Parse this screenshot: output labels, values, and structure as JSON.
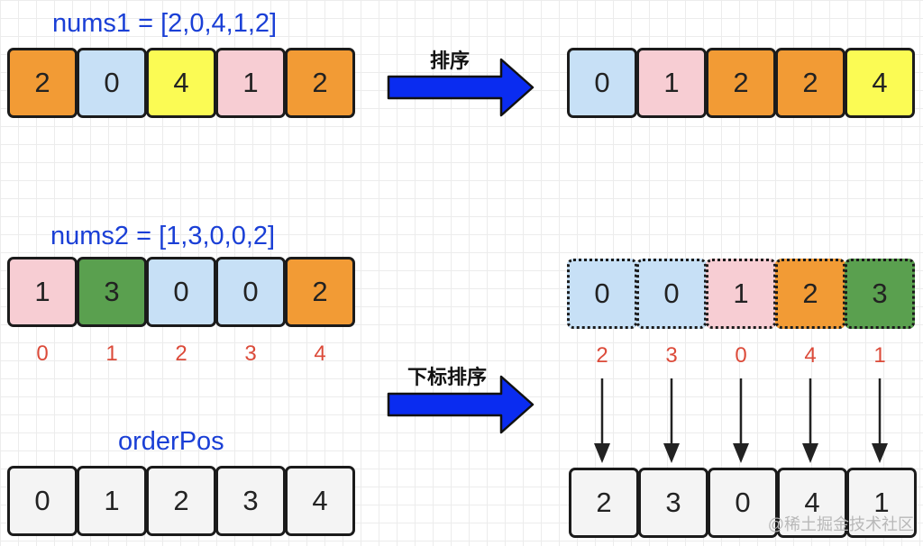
{
  "colors": {
    "value_0": "#c7e0f6",
    "value_1": "#f7cdd3",
    "value_2": "#f29b35",
    "value_3": "#5aa04f",
    "value_4": "#fbfb54",
    "neutral": "#f4f4f4",
    "title": "#1a3fd6",
    "index": "#dc4b3a",
    "arrow": "#0a2cf0"
  },
  "top": {
    "title": "nums1 = [2,0,4,1,2]",
    "cells": [
      "2",
      "0",
      "4",
      "1",
      "2"
    ],
    "arrow_label": "排序",
    "sorted_cells": [
      "0",
      "1",
      "2",
      "2",
      "4"
    ]
  },
  "middle": {
    "title": "nums2 = [1,3,0,0,2]",
    "cells": [
      "1",
      "3",
      "0",
      "0",
      "2"
    ],
    "indices": [
      "0",
      "1",
      "2",
      "3",
      "4"
    ],
    "sorted_cells": [
      "0",
      "0",
      "1",
      "2",
      "3"
    ],
    "sorted_indices": [
      "2",
      "3",
      "0",
      "4",
      "1"
    ]
  },
  "bottom": {
    "title": "orderPos",
    "cells": [
      "0",
      "1",
      "2",
      "3",
      "4"
    ],
    "arrow_label": "下标排序",
    "result_cells": [
      "2",
      "3",
      "0",
      "4",
      "1"
    ]
  },
  "watermark": "@稀土掘金技术社区"
}
